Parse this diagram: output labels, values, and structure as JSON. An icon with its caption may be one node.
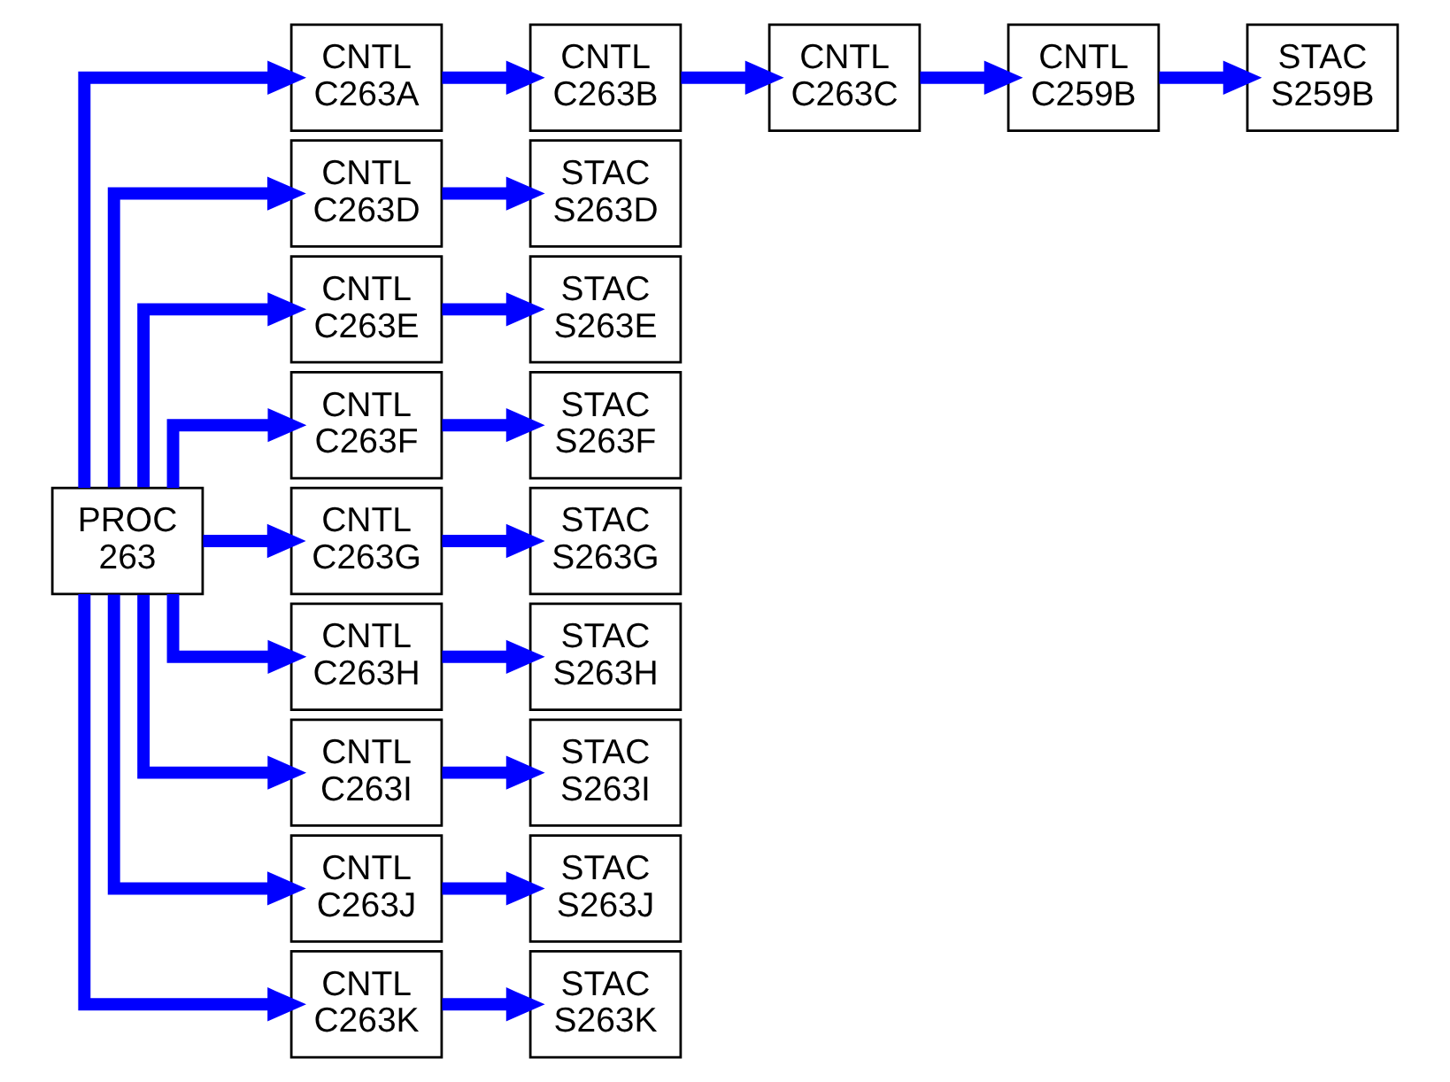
{
  "diagram": {
    "nodes": [
      {
        "text": [
          "PROC 263"
        ]
      },
      {
        "text": [
          "CNTL C263A"
        ]
      },
      {
        "text": [
          "CNTL C263B"
        ]
      },
      {
        "text": [
          "CNTL C263C"
        ]
      },
      {
        "text": [
          "CNTL C259B"
        ]
      },
      {
        "text": [
          "STAC S259B"
        ]
      },
      {
        "text": [
          "CNTL C263D"
        ]
      },
      {
        "text": [
          "STAC S263D"
        ]
      },
      {
        "text": [
          "CNTL C263E"
        ]
      },
      {
        "text": [
          "STAC S263E"
        ]
      },
      {
        "text": [
          "CNTL C263F"
        ]
      },
      {
        "text": [
          "STAC S263F"
        ]
      },
      {
        "text": [
          "CNTL C263G"
        ]
      },
      {
        "text": [
          "STAC S263G"
        ]
      },
      {
        "text": [
          "CNTL C263H"
        ]
      },
      {
        "text": [
          "STAC S263H"
        ]
      },
      {
        "text": [
          "CNTL C263I"
        ]
      },
      {
        "text": [
          "STAC S263I"
        ]
      },
      {
        "text": [
          "CNTL C263J"
        ]
      },
      {
        "text": [
          "STAC S263J"
        ]
      },
      {
        "text": [
          "CNTL C263K"
        ]
      },
      {
        "text": [
          "STAC S263K"
        ]
      }
    ],
    "edges": [
      {
        "from": 0,
        "to": 1,
        "arrow": "to"
      },
      {
        "from": 1,
        "to": 2,
        "arrow": "to"
      },
      {
        "from": 2,
        "to": 3,
        "arrow": "to"
      },
      {
        "from": 3,
        "to": 4,
        "arrow": "to"
      },
      {
        "from": 4,
        "to": 5,
        "arrow": "to"
      },
      {
        "from": 0,
        "to": 6,
        "arrow": "to"
      },
      {
        "from": 6,
        "to": 7,
        "arrow": "to"
      },
      {
        "from": 0,
        "to": 8,
        "arrow": "to"
      },
      {
        "from": 8,
        "to": 9,
        "arrow": "to"
      },
      {
        "from": 0,
        "to": 10,
        "arrow": "to"
      },
      {
        "from": 10,
        "to": 11,
        "arrow": "to"
      },
      {
        "from": 0,
        "to": 12,
        "arrow": "to"
      },
      {
        "from": 12,
        "to": 13,
        "arrow": "to"
      },
      {
        "from": 0,
        "to": 14,
        "arrow": "to"
      },
      {
        "from": 14,
        "to": 15,
        "arrow": "to"
      },
      {
        "from": 0,
        "to": 16,
        "arrow": "to"
      },
      {
        "from": 16,
        "to": 17,
        "arrow": "to"
      },
      {
        "from": 0,
        "to": 18,
        "arrow": "to"
      },
      {
        "from": 18,
        "to": 19,
        "arrow": "to"
      },
      {
        "from": 0,
        "to": 20,
        "arrow": "to"
      },
      {
        "from": 20,
        "to": 21,
        "arrow": "to"
      }
    ]
  }
}
